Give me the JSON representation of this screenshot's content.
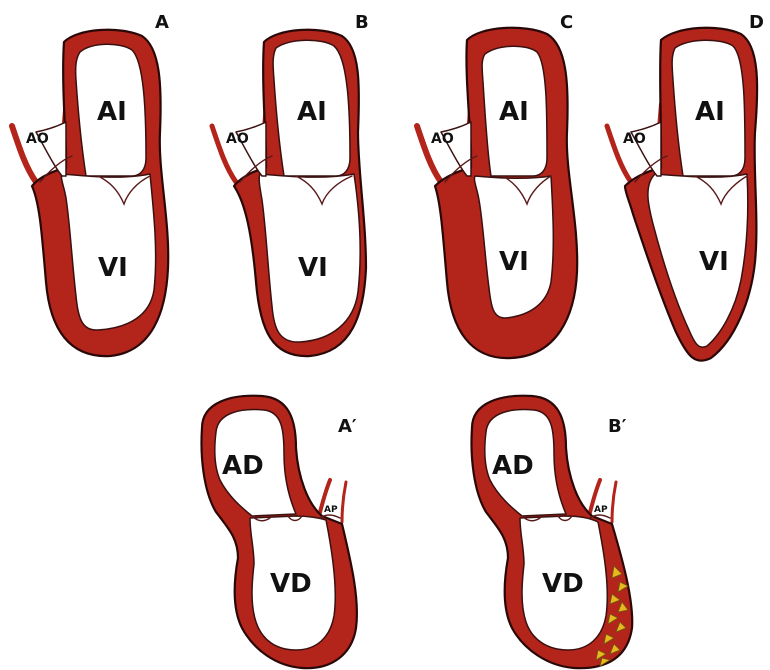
{
  "colors": {
    "myocardium": "#b3241b",
    "outline": "#2a0808",
    "cavity": "#ffffff",
    "fibrosis": "#e8b81e"
  },
  "panels": {
    "A": {
      "label": "A",
      "atrium": "AI",
      "ventricle": "VI",
      "vessel": "AO"
    },
    "B": {
      "label": "B",
      "atrium": "AI",
      "ventricle": "VI",
      "vessel": "AO"
    },
    "C": {
      "label": "C",
      "atrium": "AI",
      "ventricle": "VI",
      "vessel": "AO"
    },
    "D": {
      "label": "D",
      "atrium": "AI",
      "ventricle": "VI",
      "vessel": "AO"
    },
    "A_prime": {
      "label": "A′",
      "atrium": "AD",
      "ventricle": "VD",
      "vessel": "AP"
    },
    "B_prime": {
      "label": "B′",
      "atrium": "AD",
      "ventricle": "VD",
      "vessel": "AP"
    }
  }
}
